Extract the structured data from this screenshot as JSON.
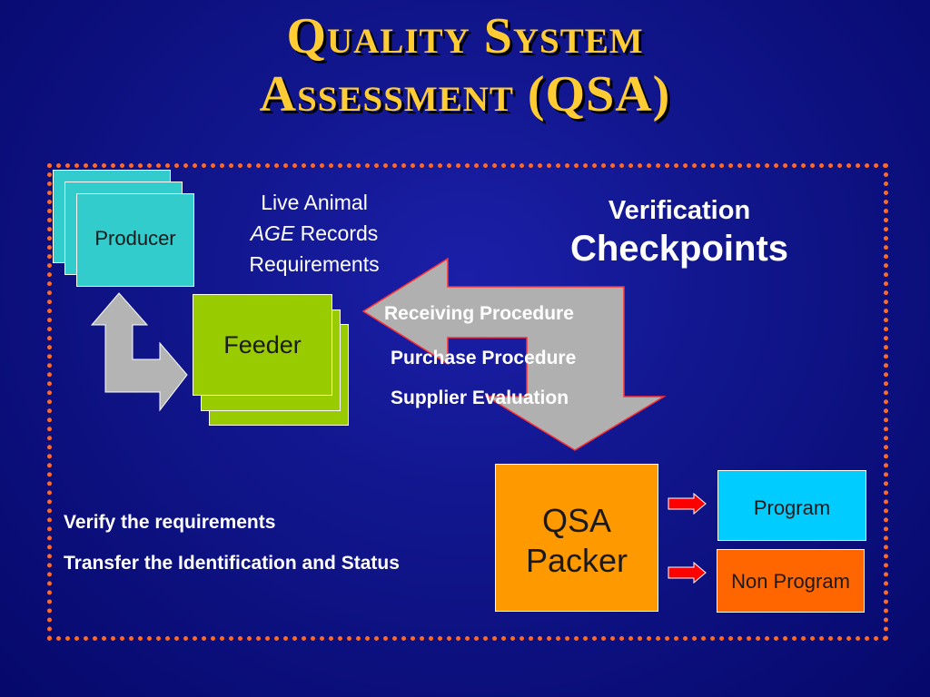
{
  "title": {
    "line1": "Quality System",
    "line2": "Assessment (QSA)"
  },
  "producer": {
    "label": "Producer"
  },
  "feeder": {
    "label": "Feeder"
  },
  "requirements": {
    "line1": "Live Animal",
    "line2_em": "AGE",
    "line2_rest": " Records",
    "line3": "Requirements"
  },
  "verification": {
    "line1": "Verification",
    "line2": "Checkpoints"
  },
  "checkpoints": [
    "Receiving Procedure",
    "Purchase Procedure",
    "Supplier Evaluation"
  ],
  "packer": {
    "line1": "QSA",
    "line2": "Packer"
  },
  "outcomes": {
    "program": "Program",
    "non_program": "Non Program"
  },
  "notes": [
    "Verify the requirements",
    "Transfer the Identification and Status"
  ],
  "colors": {
    "title": "#ffcc33",
    "frame": "#ff6a2a",
    "producer": "#33cccc",
    "feeder": "#99cc00",
    "packer": "#ff9900",
    "program": "#00ccff",
    "non_program": "#ff6600",
    "arrow_gray": "#b0b0b0",
    "arrow_red": "#ff0000"
  }
}
